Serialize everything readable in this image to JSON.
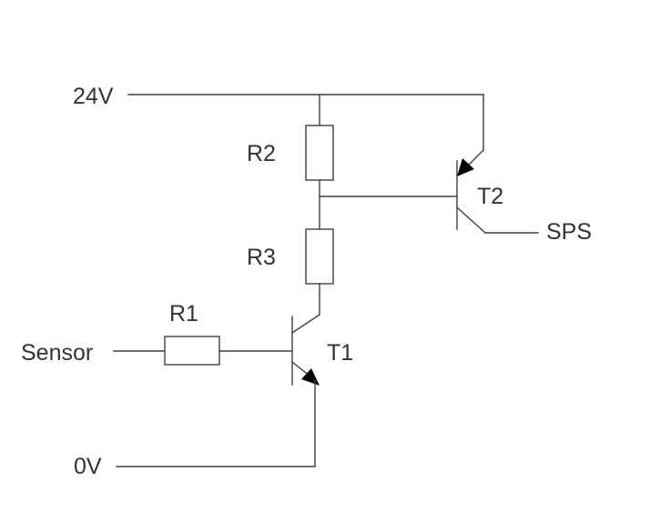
{
  "labels": {
    "supply": "24V",
    "ground": "0V",
    "input": "Sensor",
    "output": "SPS"
  },
  "components": {
    "r1": "R1",
    "r2": "R2",
    "r3": "R3",
    "t1": "T1",
    "t2": "T2"
  },
  "colors": {
    "wire": "#404040",
    "text": "#333333",
    "arrow": "#000000",
    "background": "#ffffff"
  }
}
